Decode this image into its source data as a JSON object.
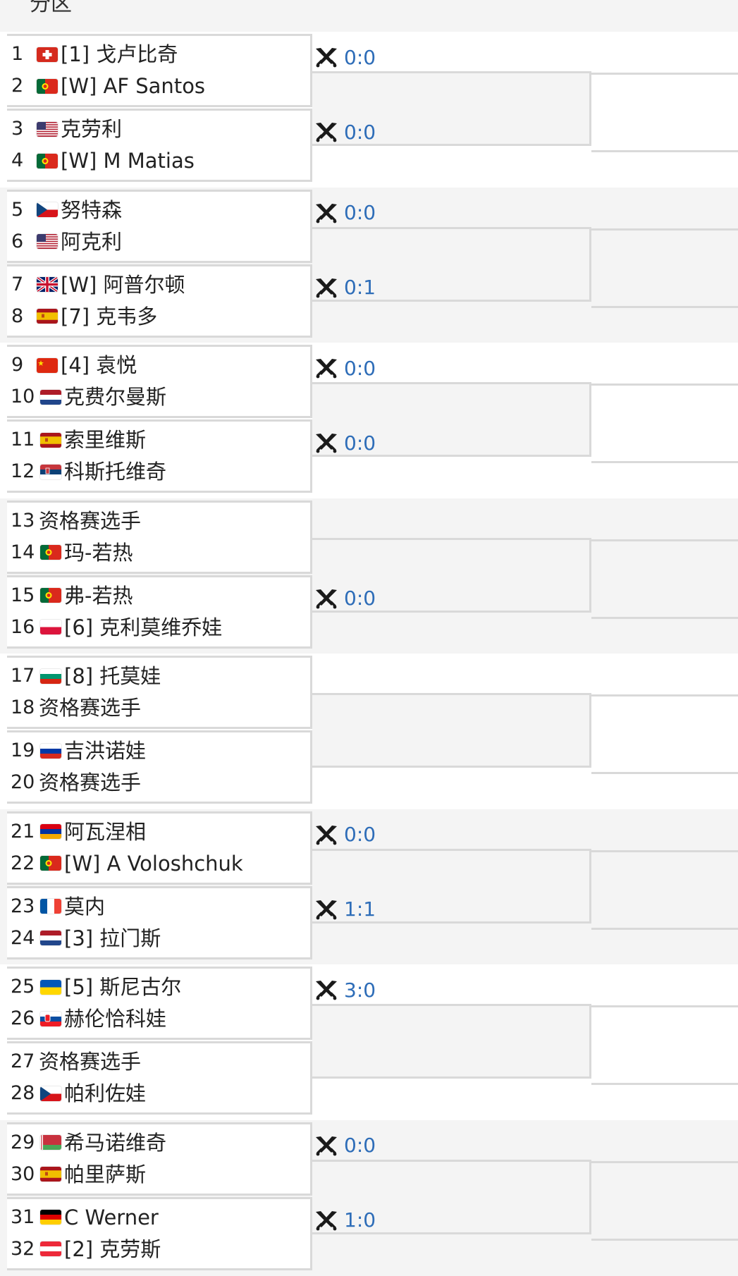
{
  "header": {
    "title": "分区"
  },
  "players": [
    {
      "num": "1",
      "flag": "switzerland-flag",
      "name": "[1] 戈卢比奇"
    },
    {
      "num": "2",
      "flag": "portugal-flag",
      "name": "[W] AF Santos"
    },
    {
      "num": "3",
      "flag": "usa-flag",
      "name": "克劳利"
    },
    {
      "num": "4",
      "flag": "portugal-flag",
      "name": "[W] M Matias"
    },
    {
      "num": "5",
      "flag": "czech-flag",
      "name": "努特森"
    },
    {
      "num": "6",
      "flag": "usa-flag",
      "name": "阿克利"
    },
    {
      "num": "7",
      "flag": "uk-flag",
      "name": "[W] 阿普尔顿"
    },
    {
      "num": "8",
      "flag": "spain-flag",
      "name": "[7] 克韦多"
    },
    {
      "num": "9",
      "flag": "china-flag",
      "name": "[4] 袁悦"
    },
    {
      "num": "10",
      "flag": "netherlands-flag",
      "name": "克费尔曼斯"
    },
    {
      "num": "11",
      "flag": "spain-flag",
      "name": "索里维斯"
    },
    {
      "num": "12",
      "flag": "serbia-flag",
      "name": "科斯托维奇"
    },
    {
      "num": "13",
      "flag": "",
      "name": "资格赛选手"
    },
    {
      "num": "14",
      "flag": "portugal-flag",
      "name": "玛-若热"
    },
    {
      "num": "15",
      "flag": "portugal-flag",
      "name": "弗-若热"
    },
    {
      "num": "16",
      "flag": "poland-flag",
      "name": "[6] 克利莫维乔娃"
    },
    {
      "num": "17",
      "flag": "bulgaria-flag",
      "name": "[8] 托莫娃"
    },
    {
      "num": "18",
      "flag": "",
      "name": "资格赛选手"
    },
    {
      "num": "19",
      "flag": "russia-flag",
      "name": "吉洪诺娃"
    },
    {
      "num": "20",
      "flag": "",
      "name": "资格赛选手"
    },
    {
      "num": "21",
      "flag": "armenia-flag",
      "name": "阿瓦涅相"
    },
    {
      "num": "22",
      "flag": "portugal-flag",
      "name": "[W] A Voloshchuk"
    },
    {
      "num": "23",
      "flag": "france-flag",
      "name": "莫内"
    },
    {
      "num": "24",
      "flag": "netherlands-flag",
      "name": "[3] 拉门斯"
    },
    {
      "num": "25",
      "flag": "ukraine-flag",
      "name": "[5] 斯尼古尔"
    },
    {
      "num": "26",
      "flag": "slovakia-flag",
      "name": "赫伦恰科娃"
    },
    {
      "num": "27",
      "flag": "",
      "name": "资格赛选手"
    },
    {
      "num": "28",
      "flag": "czech-flag",
      "name": "帕利佐娃"
    },
    {
      "num": "29",
      "flag": "belarus-flag",
      "name": "希马诺维奇"
    },
    {
      "num": "30",
      "flag": "spain-flag",
      "name": "帕里萨斯"
    },
    {
      "num": "31",
      "flag": "germany-flag",
      "name": "C Werner"
    },
    {
      "num": "32",
      "flag": "austria-flag",
      "name": "[2] 克劳斯"
    }
  ],
  "matches": [
    {
      "score": "0:0",
      "icon": "crossed-swords-icon"
    },
    {
      "score": "0:0",
      "icon": "crossed-swords-icon"
    },
    {
      "score": "0:0",
      "icon": "crossed-swords-icon"
    },
    {
      "score": "0:1",
      "icon": "crossed-swords-icon"
    },
    {
      "score": "0:0",
      "icon": "crossed-swords-icon"
    },
    {
      "score": "0:0",
      "icon": "crossed-swords-icon"
    },
    {
      "score": "",
      "icon": ""
    },
    {
      "score": "0:0",
      "icon": "crossed-swords-icon"
    },
    {
      "score": "",
      "icon": ""
    },
    {
      "score": "",
      "icon": ""
    },
    {
      "score": "0:0",
      "icon": "crossed-swords-icon"
    },
    {
      "score": "1:1",
      "icon": "crossed-swords-icon"
    },
    {
      "score": "3:0",
      "icon": "crossed-swords-icon"
    },
    {
      "score": "",
      "icon": ""
    },
    {
      "score": "0:0",
      "icon": "crossed-swords-icon"
    },
    {
      "score": "1:0",
      "icon": "crossed-swords-icon"
    }
  ],
  "colors": {
    "score": "#2e6db8",
    "border": "#d9d9d9",
    "shade": "#f4f4f4"
  }
}
